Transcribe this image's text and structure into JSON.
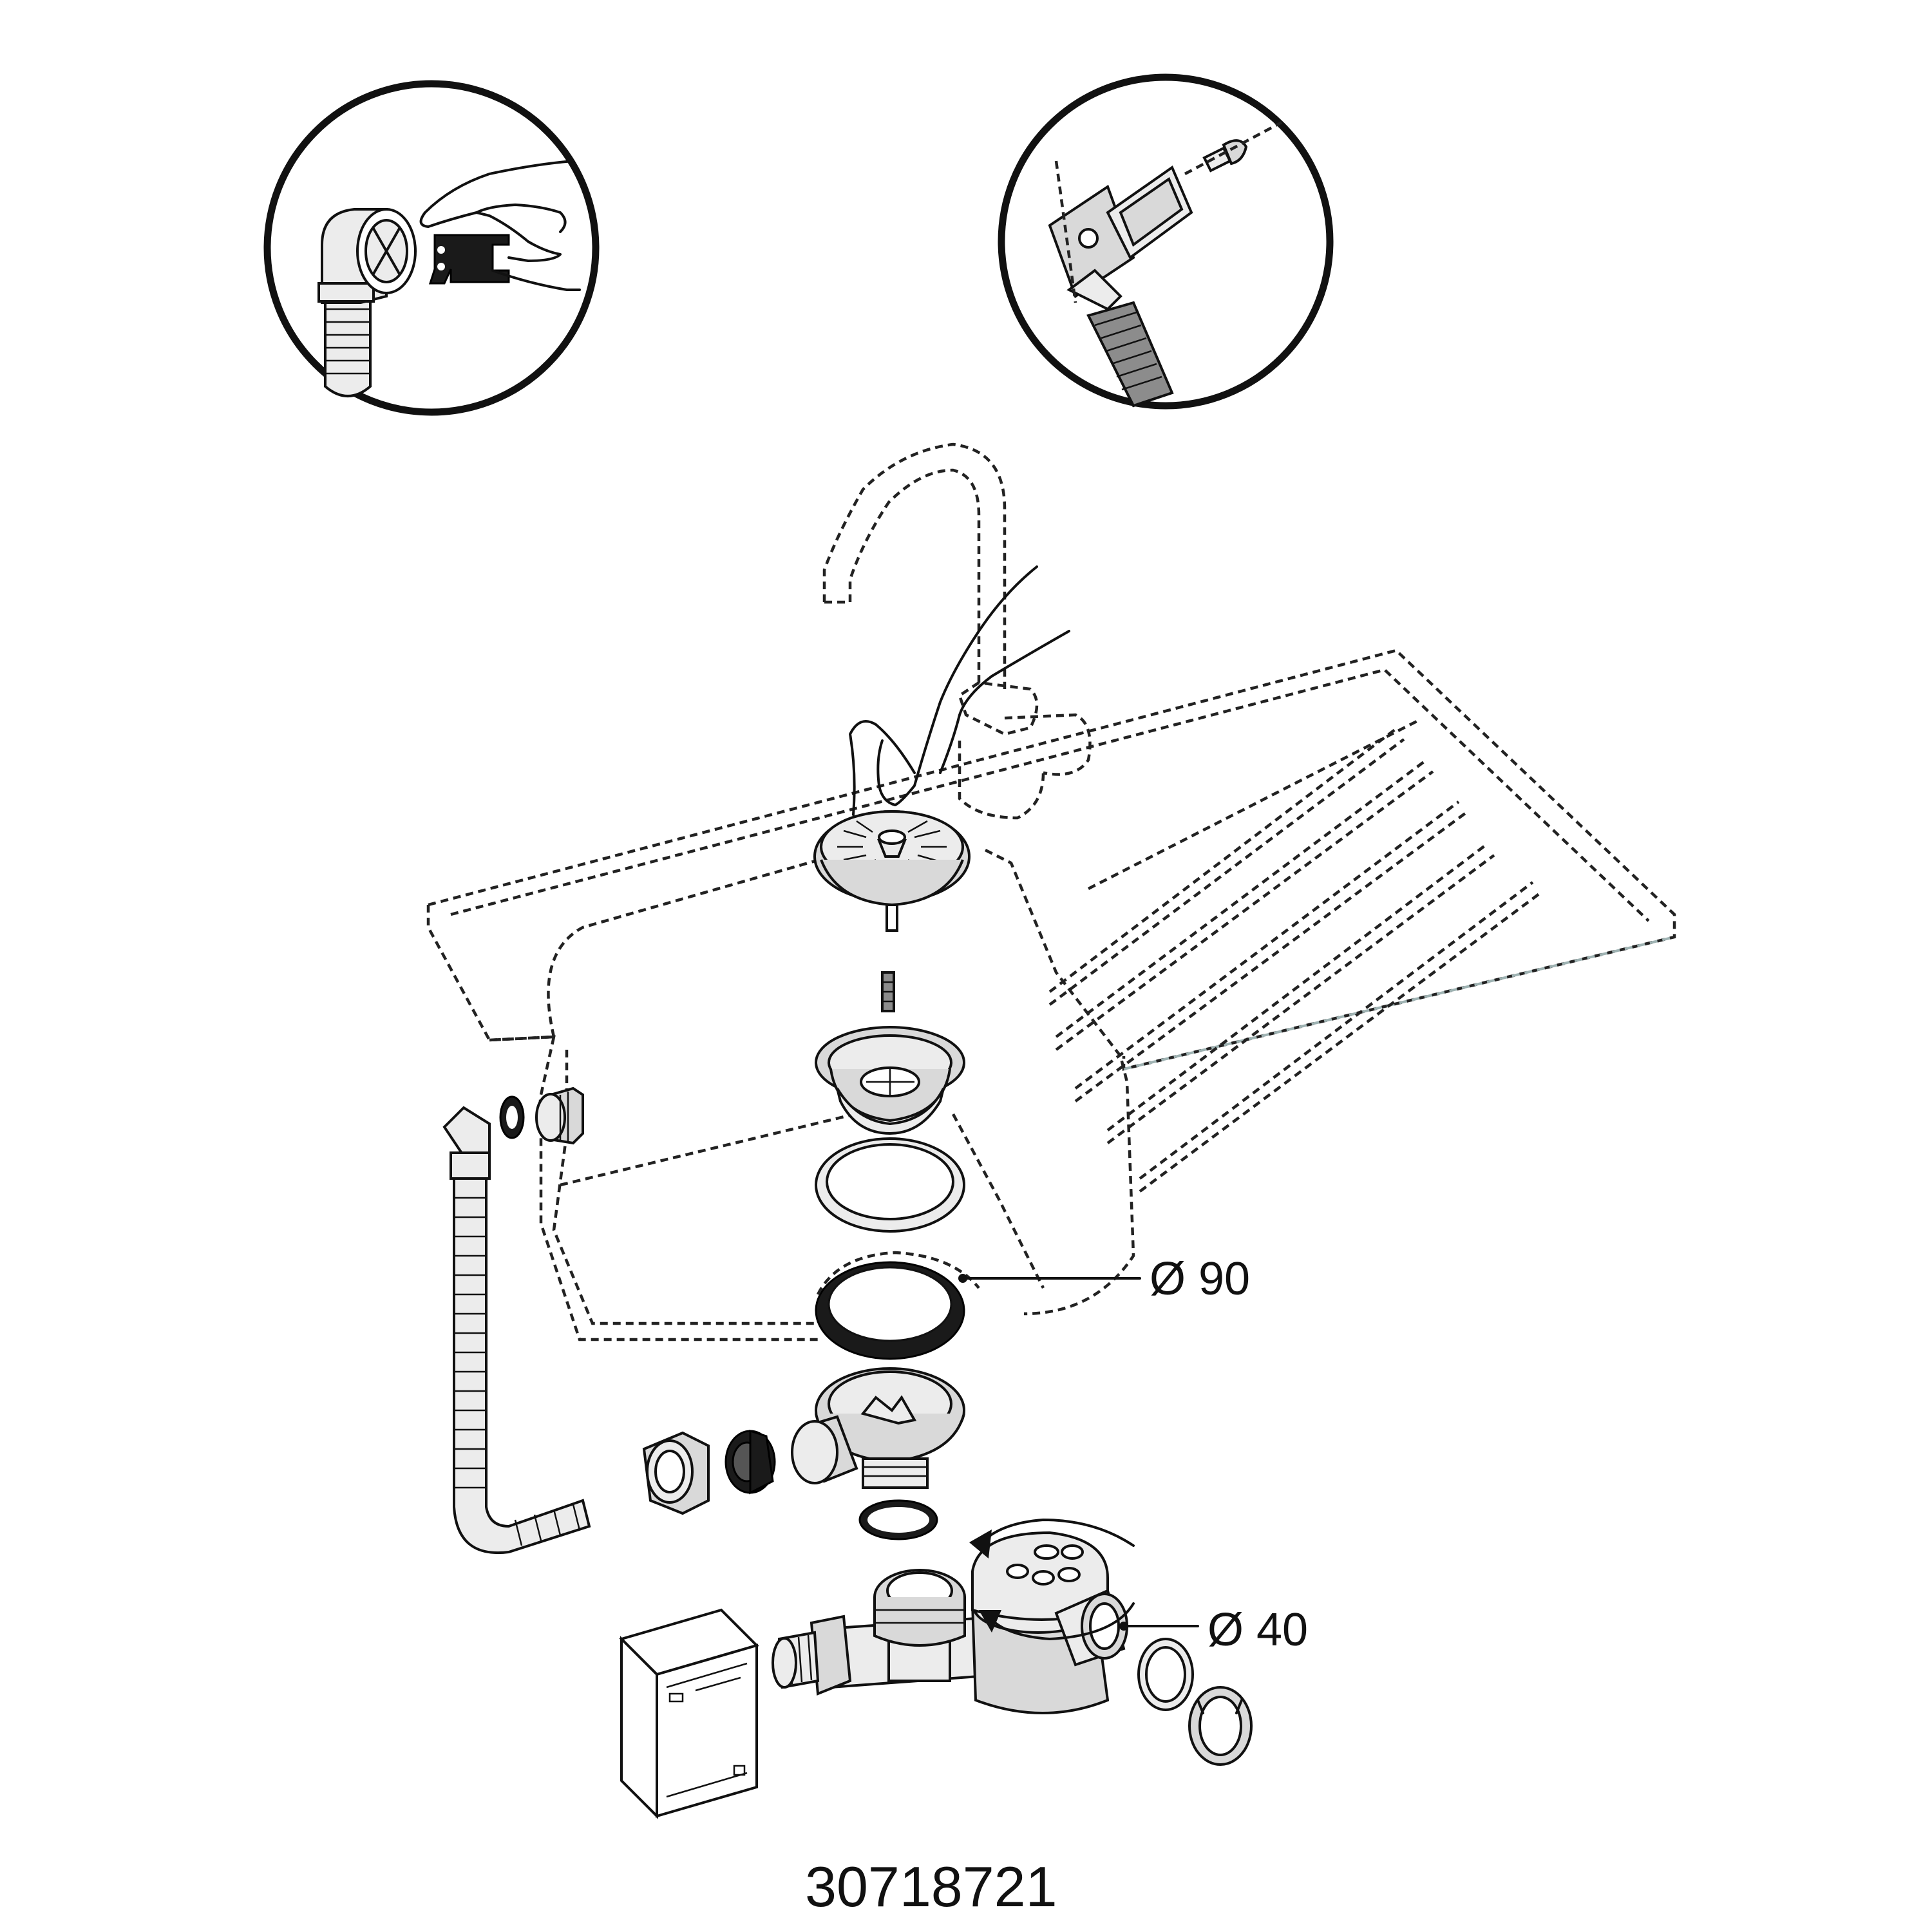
{
  "diagram": {
    "product_code": "30718721",
    "callouts": [
      {
        "id": "strainer-diameter",
        "text": "Ø 90"
      },
      {
        "id": "trap-outlet-diameter",
        "text": "Ø 40"
      }
    ],
    "detail_views": [
      {
        "id": "overflow-tool-detail"
      },
      {
        "id": "overflow-grille-detail"
      }
    ]
  }
}
